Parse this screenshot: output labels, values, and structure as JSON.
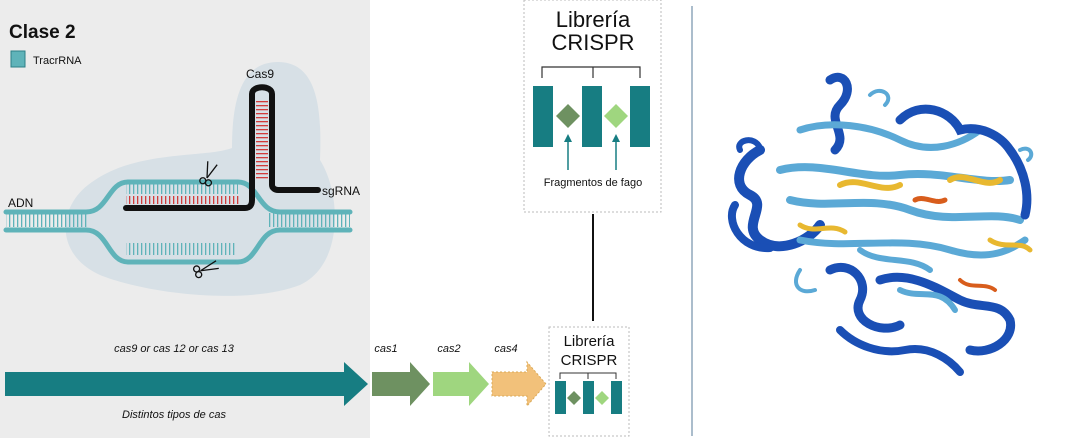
{
  "panel_left": {
    "title": "Clase 2",
    "legend_label": "TracrRNA",
    "labels": {
      "cas9": "Cas9",
      "adn": "ADN",
      "sgrna": "sgRNA"
    }
  },
  "operon": {
    "gene_group_label": "cas9 or cas 12 or cas 13",
    "gene_group_caption": "Distintos tipos de cas",
    "genes": [
      "cas1",
      "cas2",
      "cas4"
    ],
    "library_label_line1": "Librería",
    "library_label_line2": "CRISPR"
  },
  "library_zoom": {
    "title_line1": "Librería",
    "title_line2": "CRISPR",
    "caption": "Fragmentos de fago"
  },
  "colors": {
    "teal_dark": "#177d82",
    "teal_strand": "#5fb3b9",
    "bg_blob": "#d7e0e6",
    "panel_bg": "#ececec",
    "green_dark": "#6e9161",
    "green_light": "#9fd67f",
    "orange": "#f2c17a",
    "protein_dark": "#1a4fb5",
    "protein_light": "#5ba9d6",
    "protein_yellow": "#e8b830",
    "protein_orange": "#d85d1c"
  }
}
